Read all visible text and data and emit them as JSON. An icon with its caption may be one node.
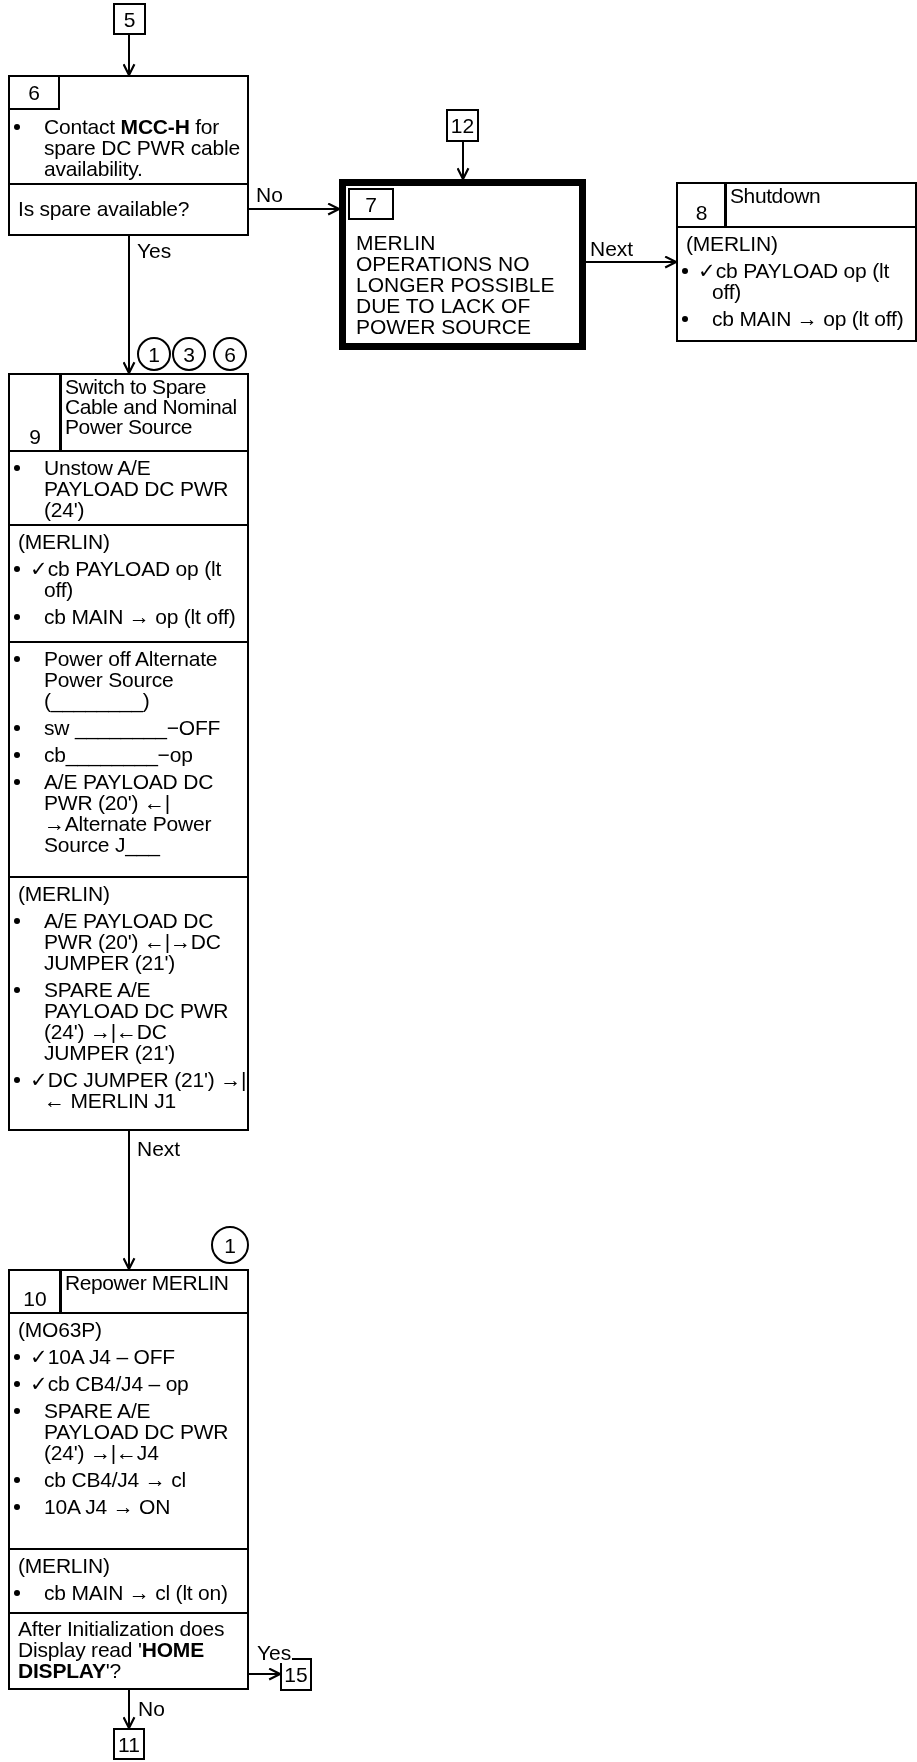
{
  "diagram": {
    "nodes": [
      {
        "text": [
          "5"
        ]
      },
      {
        "text": [
          "6",
          "Contact **MCC-H** for spare DC PWR cable availability.",
          "Is spare available?"
        ]
      },
      {
        "text": [
          "12"
        ]
      },
      {
        "text": [
          "7",
          "MERLIN OPERATIONS NO LONGER POSSIBLE DUE TO LACK OF POWER SOURCE"
        ]
      },
      {
        "text": [
          "8",
          "Shutdown",
          "(MERLIN)",
          "✓cb PAYLOAD op (lt off)",
          "cb MAIN → op (lt off)"
        ]
      },
      {
        "text": [
          "9",
          "Switch to Spare Cable and Nominal Power Source",
          "Unstow A/E PAYLOAD DC PWR (24')",
          "(MERLIN)",
          "✓cb PAYLOAD op (lt off)",
          "cb MAIN → op (lt off)",
          "Power off Alternate Power Source (________)",
          "sw ________−OFF",
          "cb________−op",
          "A/E PAYLOAD DC PWR (20') ←|→Alternate Power Source J___",
          "(MERLIN)",
          "A/E PAYLOAD DC PWR (20') ←|→DC JUMPER (21')",
          "SPARE A/E PAYLOAD DC PWR (24') →|←DC JUMPER (21')",
          "✓DC JUMPER (21') →|← MERLIN J1"
        ],
        "beside": [
          "1",
          "3",
          "6"
        ]
      },
      {
        "text": [
          "10",
          "Repower MERLIN",
          "(MO63P)",
          "✓10A J4 – OFF",
          "✓cb CB4/J4 – op",
          "SPARE A/E PAYLOAD DC PWR (24') →|←J4",
          "cb CB4/J4 → cl",
          "10A J4 → ON",
          "(MERLIN)",
          "cb MAIN → cl (lt on)",
          "After Initialization does Display read '**HOME DISPLAY**'?"
        ],
        "beside": [
          "1"
        ]
      },
      {
        "text": [
          "15"
        ]
      },
      {
        "text": [
          "11"
        ]
      }
    ],
    "edges": [
      {
        "from": 0,
        "to": 1,
        "arrow": "to"
      },
      {
        "from": 1,
        "to": 3,
        "arrow": "to",
        "label": "No"
      },
      {
        "from": 1,
        "to": 5,
        "arrow": "to",
        "label": "Yes"
      },
      {
        "from": 2,
        "to": 3,
        "arrow": "to"
      },
      {
        "from": 3,
        "to": 4,
        "arrow": "to",
        "label": "Next"
      },
      {
        "from": 5,
        "to": 6,
        "arrow": "to",
        "label": "Next"
      },
      {
        "from": 6,
        "to": 7,
        "arrow": "to",
        "label": "Yes"
      },
      {
        "from": 6,
        "to": 8,
        "arrow": "to",
        "label": "No"
      }
    ]
  }
}
